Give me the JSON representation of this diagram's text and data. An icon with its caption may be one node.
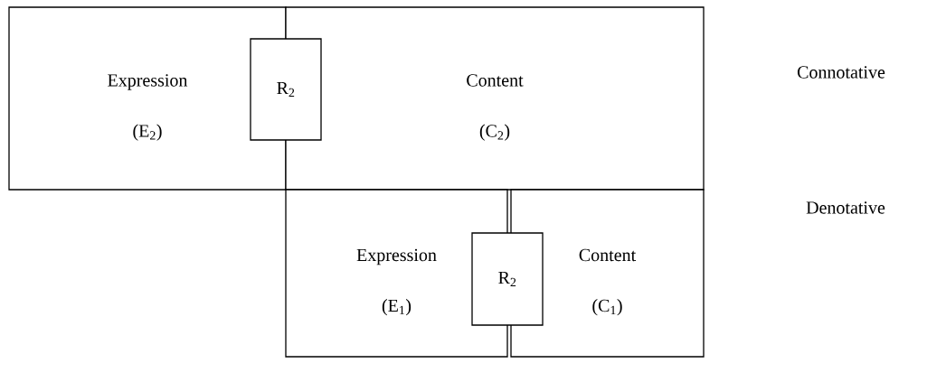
{
  "diagram": {
    "nodes": [
      {
        "text": [
          "Expression",
          "(E$_{2}$)"
        ]
      },
      {
        "text": [
          "R$_{2}$"
        ]
      },
      {
        "text": [
          "Content",
          "(C$_{2}$)"
        ]
      },
      {
        "text": [
          "Expression",
          "(E$_{1}$)"
        ]
      },
      {
        "text": [
          "R$_{2}$"
        ]
      },
      {
        "text": [
          "Content",
          "(C$_{1}$)"
        ]
      }
    ],
    "labels": [
      "Connotative",
      "Denotative"
    ]
  }
}
